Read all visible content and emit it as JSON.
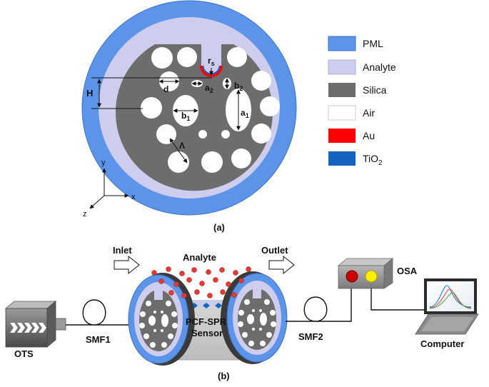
{
  "panel_a": {
    "caption": "(a)",
    "labels": {
      "H": "H",
      "d": "d",
      "a2": "a",
      "a2_sub": "2",
      "b2": "b",
      "b2_sub": "2",
      "b1": "b",
      "b1_sub": "1",
      "a1": "a",
      "a1_sub": "1",
      "rs": "r",
      "rs_sub": "s",
      "lambda": "Λ"
    },
    "axes": {
      "x": "x",
      "y": "y",
      "z": "z"
    },
    "legend": [
      {
        "label": "PML",
        "color": "#5b94e8"
      },
      {
        "label": "Analyte",
        "color": "#cfcdee"
      },
      {
        "label": "Silica",
        "color": "#6d6d6d"
      },
      {
        "label": "Air",
        "color": "#ffffff"
      },
      {
        "label": "Au",
        "color": "#ff0000"
      },
      {
        "label": "TiO",
        "sub": "2",
        "color": "#1565c0"
      }
    ]
  },
  "panel_b": {
    "caption": "(b)",
    "inlet": "Inlet",
    "outlet": "Outlet",
    "analyte": "Analyte",
    "sensor_line1": "PCF-SPR",
    "sensor_line2": "Sensor",
    "ots": "OTS",
    "smf1": "SMF1",
    "smf2": "SMF2",
    "osa": "OSA",
    "computer": "Computer"
  }
}
